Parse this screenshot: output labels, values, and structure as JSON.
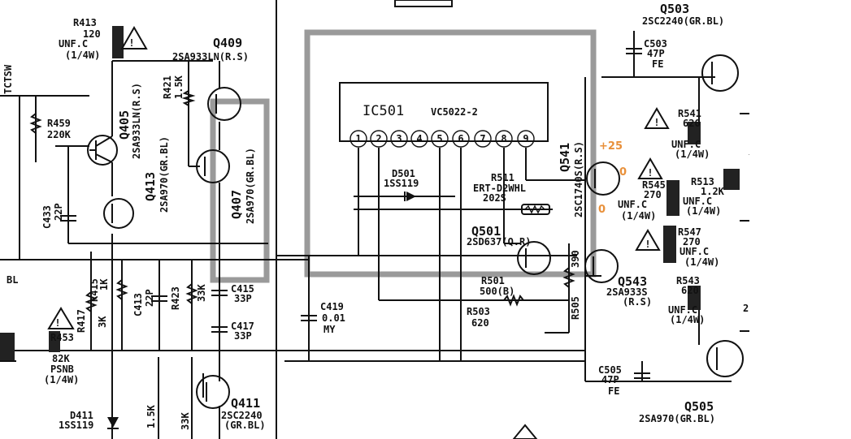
{
  "colors": {
    "ink": "#111111",
    "voltage": "#e8903a",
    "highlight_box": "#9a9a9a"
  },
  "ic": {
    "ref": "IC501",
    "part": "VC5022-2",
    "pins": [
      "1",
      "2",
      "3",
      "4",
      "5",
      "6",
      "7",
      "8",
      "9"
    ]
  },
  "labels": {
    "r413_ref": "R413",
    "r413_val": "120",
    "r413_type": "UNF.C",
    "r413_pwr": "(1/4W)",
    "tctsw": "TCTSW",
    "r459_ref": "R459",
    "r459_val": "220K",
    "q409_ref": "Q409",
    "q409_part": "2SA933LN(R.S)",
    "r421_ref": "R421",
    "r421_val": "1.5K",
    "q405_ref": "Q405",
    "q405_part": "2SA933LN(R.S)",
    "q413_ref": "Q413",
    "q413_part": "2SA970(GR.BL)",
    "q407_ref": "Q407",
    "q407_part": "2SA970(GR.BL)",
    "c433_ref": "C433",
    "c433_val": "22P",
    "r417_ref": "R417",
    "r415_ref": "R415",
    "r417_val": "3K",
    "r415_val": "1K",
    "c413_ref": "C413",
    "c413_val": "22P",
    "r423_ref": "R423",
    "r423_val": "33K",
    "c415_ref": "C415",
    "c415_val": "33P",
    "c417_ref": "C417",
    "c417_val": "33P",
    "r453_ref": "R453",
    "r453_val": "82K",
    "r453_type": "PSNB",
    "r453_pwr": "(1/4W)",
    "d411_ref": "D411",
    "d411_part": "1SS119",
    "q411_ref": "Q411",
    "q411_part": "2SC2240",
    "q411_grade": "(GR.BL)",
    "r_15k": "1.5K",
    "r_33k": "33K",
    "bl": "BL",
    "c419_ref": "C419",
    "c419_val": "0.01",
    "c419_type": "MY",
    "d501_ref": "D501",
    "d501_part": "1SS119",
    "r511_ref": "R511",
    "r511_type": "ERT-D2WHL",
    "r511_val": "202S",
    "q501_ref": "Q501",
    "q501_part": "2SD637(Q.R)",
    "r501_ref": "R501",
    "r501_val": "500(B)",
    "r503_ref": "R503",
    "r503_val": "620",
    "r505_ref": "R505",
    "r505_val": "390",
    "q541_ref": "Q541",
    "q541_part": "2SC1740S(R.S)",
    "q543_ref": "Q543",
    "q543_part": "2SA933S",
    "q543_grade": "(R.S)",
    "q503_ref": "Q503",
    "q503_part": "2SC2240(GR.BL)",
    "c503_ref": "C503",
    "c503_val": "47P",
    "c503_type": "FE",
    "r541_ref": "R541",
    "r541_val": "620",
    "r545_ref": "R545",
    "r545_val": "270",
    "r547_ref": "R547",
    "r547_val": "270",
    "r543_ref": "R543",
    "r543_val": "620",
    "r513_ref": "R513",
    "r513_val": "1.2K",
    "unf_c": "UNF.C",
    "quarter_w": "(1/4W)",
    "c505_ref": "C505",
    "c505_val": "47P",
    "c505_type": "FE",
    "q505_ref": "Q505",
    "q505_part": "2SA970(GR.BL)",
    "pin2": "2"
  },
  "voltages": {
    "q541_collector": "+25",
    "q541_base": "0",
    "q541_emitter": "0"
  }
}
